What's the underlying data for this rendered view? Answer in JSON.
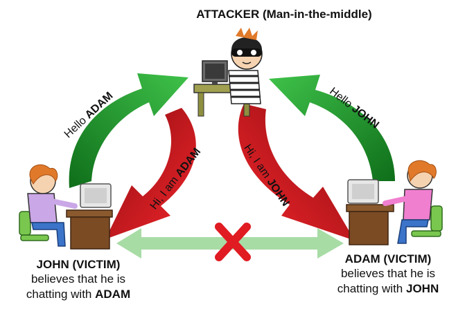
{
  "attacker": {
    "title": "ATTACKER (Man-in-the-middle)"
  },
  "john": {
    "title": "JOHN (VICTIM)",
    "line1": "believes that he is",
    "line2_prefix": "chatting with ",
    "line2_name": "ADAM"
  },
  "adam": {
    "title": "ADAM (VICTIM)",
    "line1": "believes that he is",
    "line2_prefix": "chatting with ",
    "line2_name": "JOHN"
  },
  "arrows": {
    "hello_adam": {
      "prefix": "Hello ",
      "name": "ADAM"
    },
    "hello_john": {
      "prefix": "Hello ",
      "name": "JOHN"
    },
    "hi_adam": {
      "prefix": "Hi, I am ",
      "name": "ADAM"
    },
    "hi_john": {
      "prefix": "Hi, I am ",
      "name": "JOHN"
    }
  },
  "colors": {
    "green_arrow": "#1f9a2a",
    "red_arrow": "#d7141a",
    "light_green_arrow": "#a8dca5",
    "cross": "#e01b22",
    "hair": "#e07a2a",
    "john_shirt": "#caa7e6",
    "adam_shirt": "#f07fd0",
    "desk": "#8a5a2e",
    "attacker_desk": "#a0a050"
  },
  "icons": {
    "blocked": "cross-icon"
  }
}
